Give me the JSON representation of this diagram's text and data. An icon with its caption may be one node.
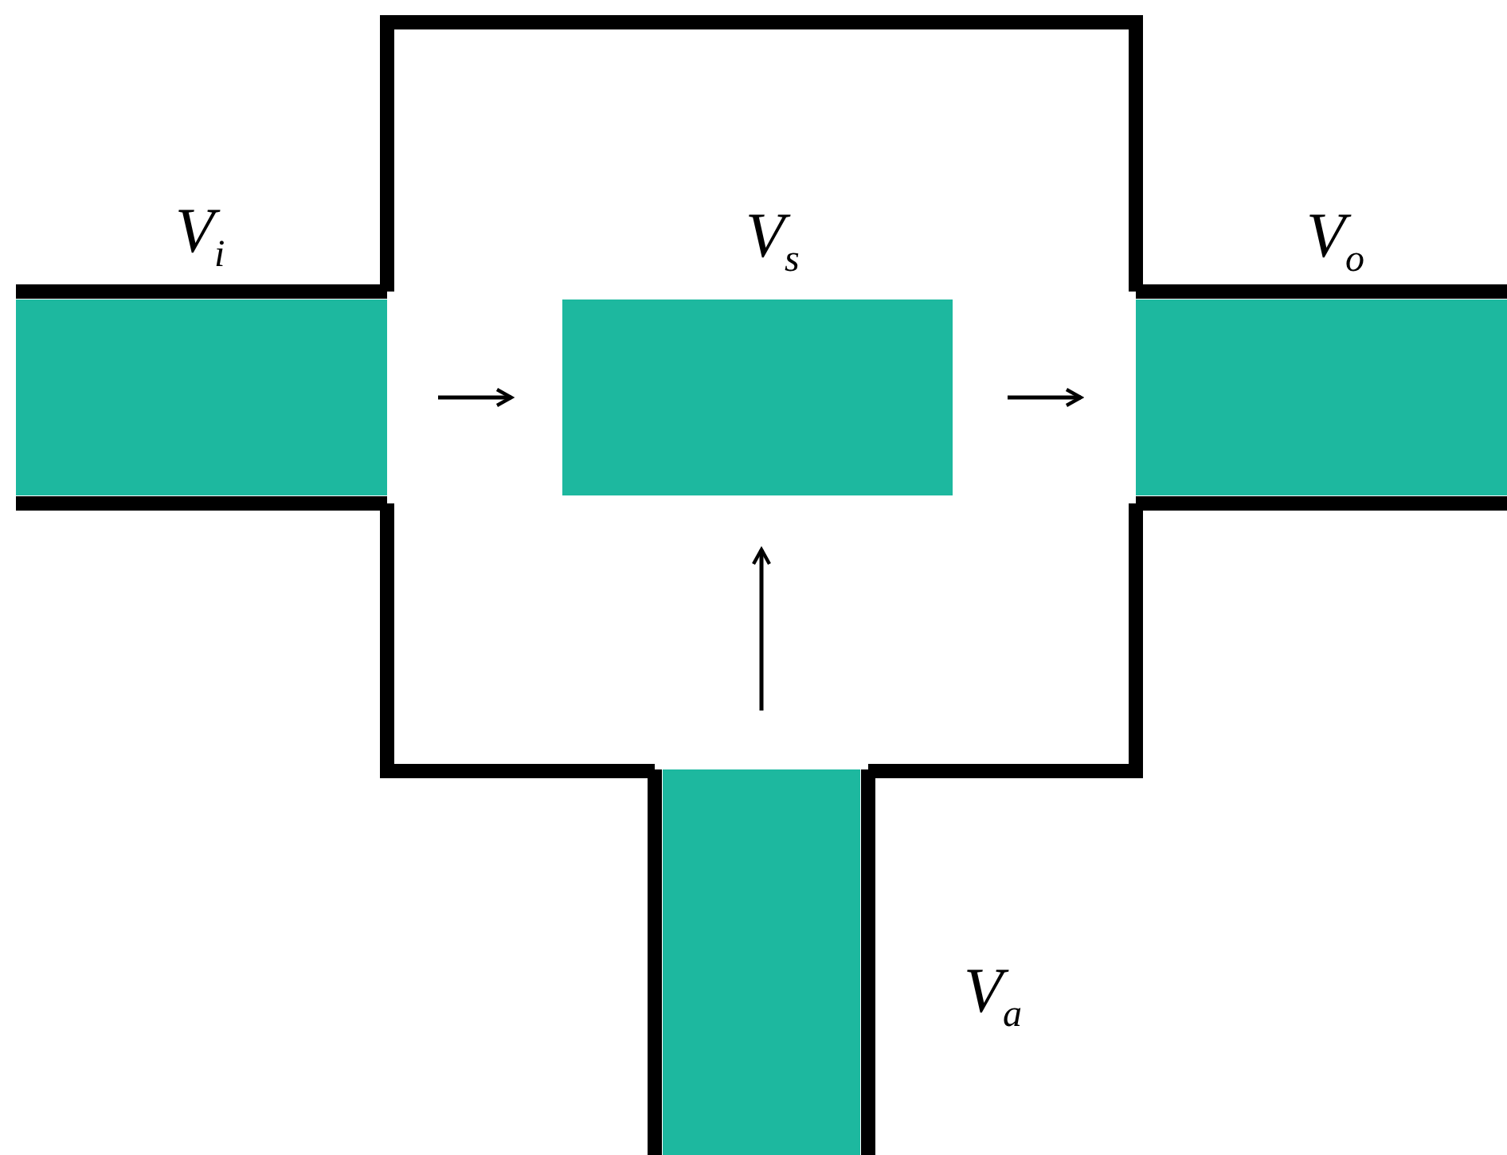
{
  "diagram": {
    "nodes": [
      {
        "text": [],
        "shape": "box"
      },
      {
        "text": [],
        "shape": "bar",
        "beside": [
          "V$_{i}$"
        ]
      },
      {
        "text": [],
        "shape": "box",
        "in": 0,
        "beside": [
          "V$_{s}$"
        ]
      },
      {
        "text": [],
        "shape": "bar",
        "beside": [
          "V$_{o}$"
        ]
      },
      {
        "text": [],
        "shape": "bar",
        "beside": [
          "V$_{a}$"
        ]
      }
    ],
    "edges": [
      {
        "from": 1,
        "to": 2,
        "arrow": "to"
      },
      {
        "from": 2,
        "to": 3,
        "arrow": "to"
      },
      {
        "from": 4,
        "to": 2,
        "arrow": "to"
      }
    ]
  }
}
